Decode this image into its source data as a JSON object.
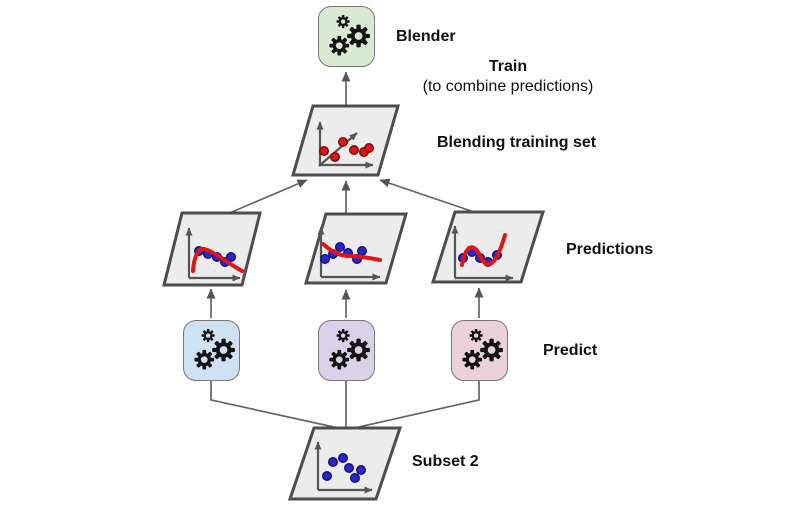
{
  "diagram": {
    "labels": {
      "blender": "Blender",
      "train": "Train",
      "train_note": "(to combine predictions)",
      "blending_training_set": "Blending training set",
      "predictions": "Predictions",
      "predict": "Predict",
      "subset": "Subset 2"
    },
    "colors": {
      "blender_box": "#d9ead3",
      "predictor_box_1": "#cfe2f3",
      "predictor_box_2": "#d9d2e9",
      "predictor_box_3": "#ead1dc",
      "parallelogram_fill": "#ececec",
      "parallelogram_border": "#4d4d4d",
      "connector": "#666666",
      "gear": "#141414",
      "blue_point": "#2626d8",
      "red_point": "#e41414",
      "red_curve": "#e41414"
    },
    "icons": {
      "machine": "gears-icon"
    }
  }
}
